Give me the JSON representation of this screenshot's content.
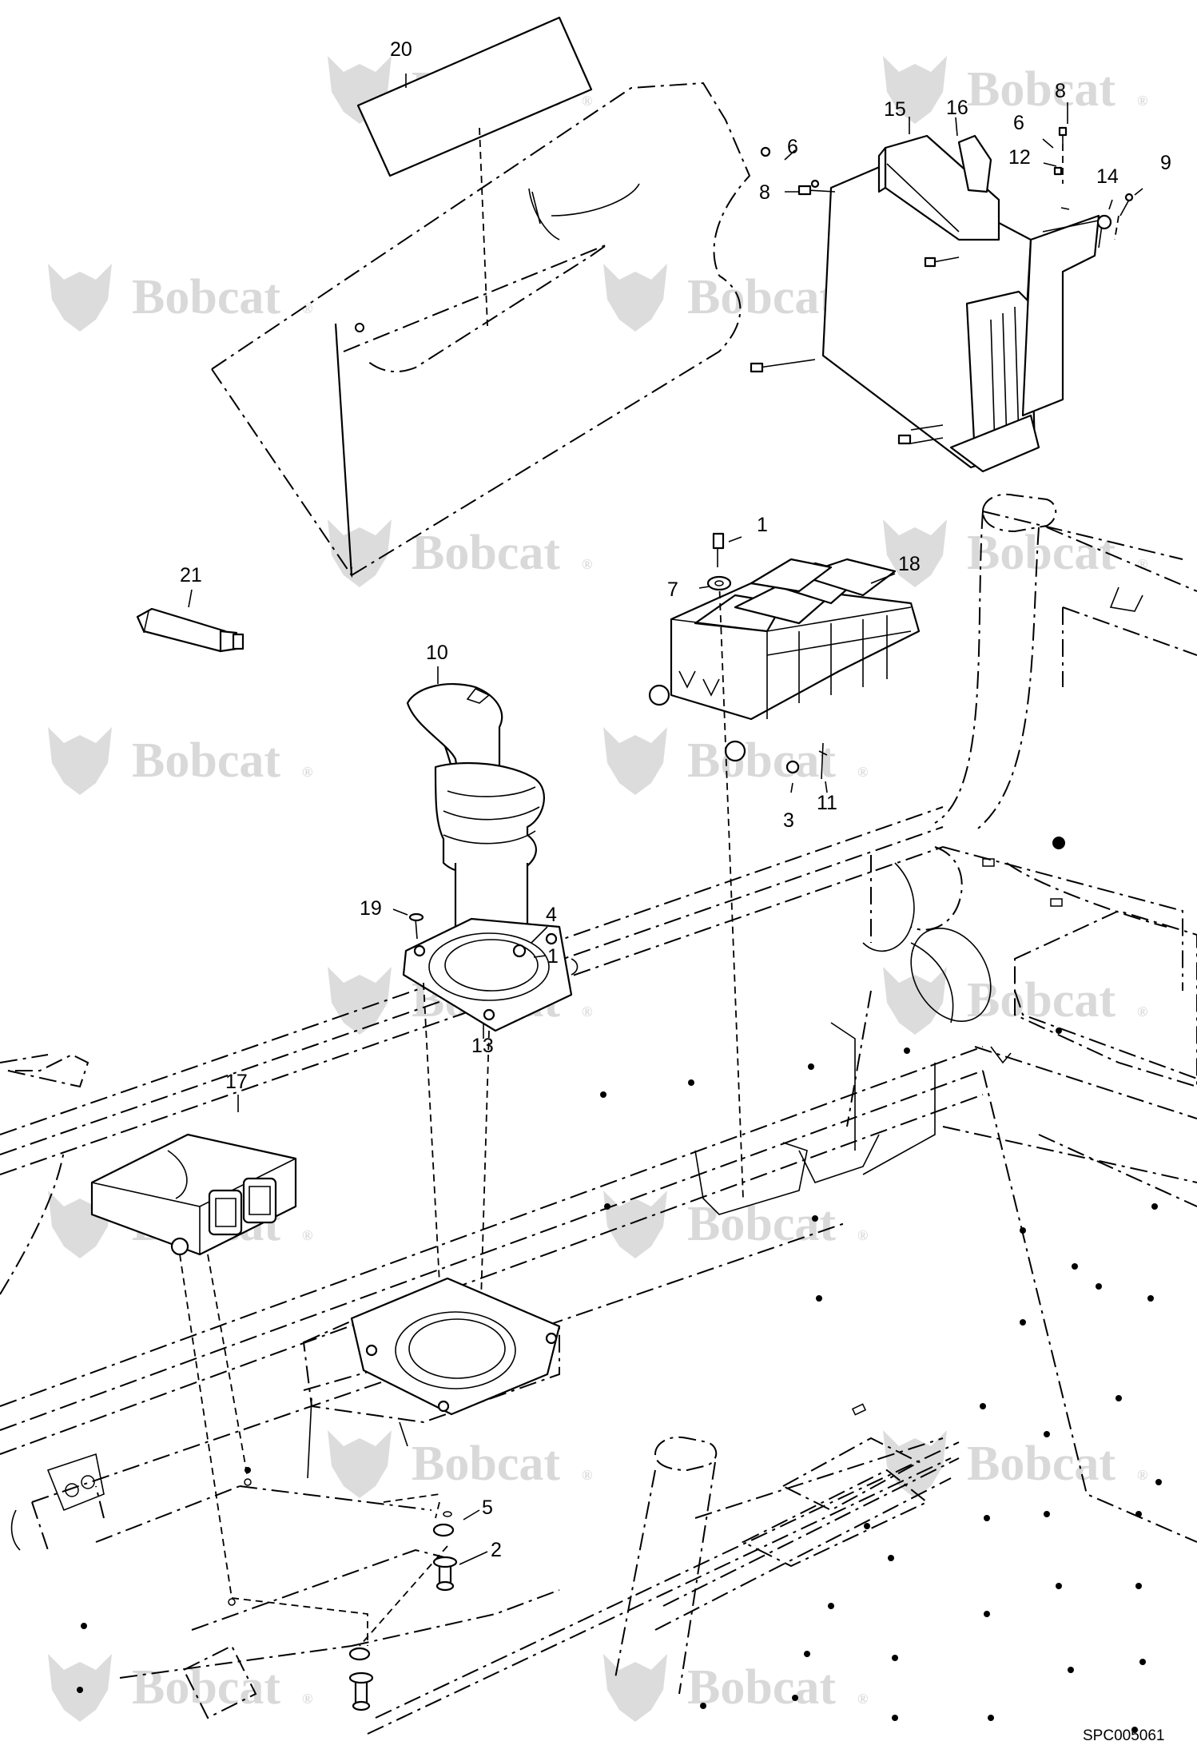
{
  "watermark": {
    "text": "Bobcat",
    "registered_mark": "®"
  },
  "drawing_code": "SPC005061",
  "callouts": [
    {
      "id": "c20",
      "label": "20"
    },
    {
      "id": "c15",
      "label": "15"
    },
    {
      "id": "c16",
      "label": "16"
    },
    {
      "id": "c8a",
      "label": "8"
    },
    {
      "id": "c6a",
      "label": "6"
    },
    {
      "id": "c8b",
      "label": "8"
    },
    {
      "id": "c6b",
      "label": "6"
    },
    {
      "id": "c12",
      "label": "12"
    },
    {
      "id": "c9",
      "label": "9"
    },
    {
      "id": "c14",
      "label": "14"
    },
    {
      "id": "c1a",
      "label": "1"
    },
    {
      "id": "c18",
      "label": "18"
    },
    {
      "id": "c7",
      "label": "7"
    },
    {
      "id": "c21",
      "label": "21"
    },
    {
      "id": "c10",
      "label": "10"
    },
    {
      "id": "c3",
      "label": "3"
    },
    {
      "id": "c11",
      "label": "11"
    },
    {
      "id": "c19",
      "label": "19"
    },
    {
      "id": "c4",
      "label": "4"
    },
    {
      "id": "c1b",
      "label": "1"
    },
    {
      "id": "c13",
      "label": "13"
    },
    {
      "id": "c17",
      "label": "17"
    },
    {
      "id": "c5",
      "label": "5"
    },
    {
      "id": "c2",
      "label": "2"
    }
  ]
}
